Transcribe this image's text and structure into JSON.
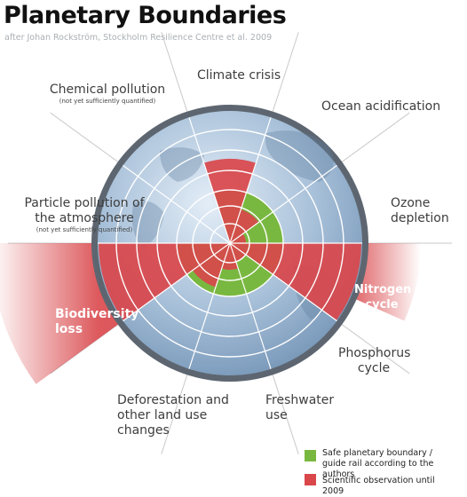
{
  "title": "Planetary Boundaries",
  "subtitle": "after Johan Rockström, Stockholm Resilience Centre et al. 2009",
  "colors": {
    "safe": "#79b840",
    "exceeded": "#d9474b",
    "globe": "#8eaccc",
    "rim": "#5d6670",
    "grid": "#ffffff"
  },
  "sectors": [
    {
      "id": "climate",
      "name": "Climate crisis",
      "note": "",
      "observed": "exceeded"
    },
    {
      "id": "ocean",
      "name": "Ocean acidification",
      "note": "",
      "observed": "within"
    },
    {
      "id": "ozone",
      "name": "Ozone depletion",
      "note": "",
      "observed": "within"
    },
    {
      "id": "nitrogen",
      "name": "Nitrogen cycle",
      "note": "",
      "observed": "exceeded"
    },
    {
      "id": "phosphorus",
      "name": "Phosphorus cycle",
      "note": "",
      "observed": "within"
    },
    {
      "id": "freshwater",
      "name": "Freshwater use",
      "note": "",
      "observed": "within"
    },
    {
      "id": "landuse",
      "name": "Deforestation and other land use changes",
      "note": "",
      "observed": "within"
    },
    {
      "id": "biodiversity",
      "name": "Biodiversity loss",
      "note": "",
      "observed": "exceeded"
    },
    {
      "id": "aerosol",
      "name": "Particle pollution of the atmosphere",
      "note": "(not yet sufficiently quantified)",
      "observed": "unknown"
    },
    {
      "id": "chemical",
      "name": "Chemical pollution",
      "note": "(not yet sufficiently quantified)",
      "observed": "unknown"
    }
  ],
  "legend": {
    "safe": "Safe planetary boundary / guide rail according to the authors",
    "observed": "Scientific observation until 2009"
  }
}
